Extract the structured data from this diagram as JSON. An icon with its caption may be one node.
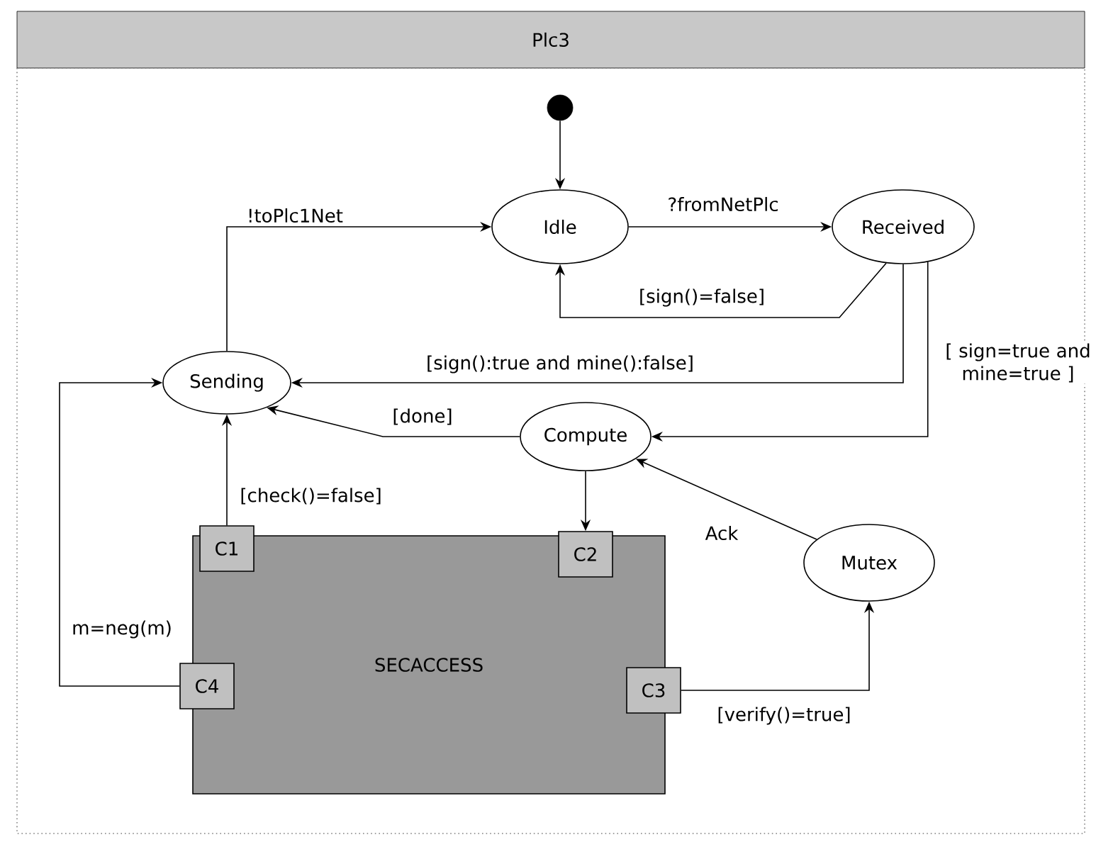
{
  "diagram": {
    "nodes": [
      {
        "text": [
          "Plc3"
        ]
      },
      {
        "text": [],
        "shape": "circle",
        "in": 0
      },
      {
        "text": [
          "Idle"
        ],
        "in": 0
      },
      {
        "text": [
          "Received"
        ],
        "in": 0
      },
      {
        "text": [
          "Sending"
        ],
        "in": 0
      },
      {
        "text": [
          "Compute"
        ],
        "in": 0
      },
      {
        "text": [
          "Mutex"
        ],
        "in": 0
      },
      {
        "text": [
          "SECACCESS"
        ],
        "in": 0
      },
      {
        "text": [
          "C1"
        ],
        "in": 0
      },
      {
        "text": [
          "C2"
        ],
        "in": 0
      },
      {
        "text": [
          "C3"
        ],
        "in": 0
      },
      {
        "text": [
          "C4"
        ],
        "in": 0
      }
    ],
    "edges": [
      {
        "from": 1,
        "to": 2,
        "arrow": "to"
      },
      {
        "from": 2,
        "to": 3,
        "arrow": "to",
        "label": "?fromNetPlc"
      },
      {
        "from": 3,
        "to": 2,
        "arrow": "to",
        "label": "[sign()=false]"
      },
      {
        "from": 3,
        "to": 4,
        "arrow": "to",
        "label": "[sign():true and mine():false]"
      },
      {
        "from": 3,
        "to": 5,
        "arrow": "to",
        "label": "[ sign=true and mine=true ]"
      },
      {
        "from": 4,
        "to": 2,
        "arrow": "to",
        "label": "!toPlc1Net"
      },
      {
        "from": 5,
        "to": 4,
        "arrow": "to",
        "label": "[done]"
      },
      {
        "from": 8,
        "to": 4,
        "arrow": "to",
        "label": "[check()=false]"
      },
      {
        "from": 5,
        "to": 9,
        "arrow": "to"
      },
      {
        "from": 6,
        "to": 5,
        "arrow": "to",
        "label": "Ack"
      },
      {
        "from": 10,
        "to": 6,
        "arrow": "to",
        "label": "[verify()=true]"
      },
      {
        "from": 11,
        "to": 4,
        "arrow": "to",
        "label": "m=neg(m)"
      }
    ]
  }
}
